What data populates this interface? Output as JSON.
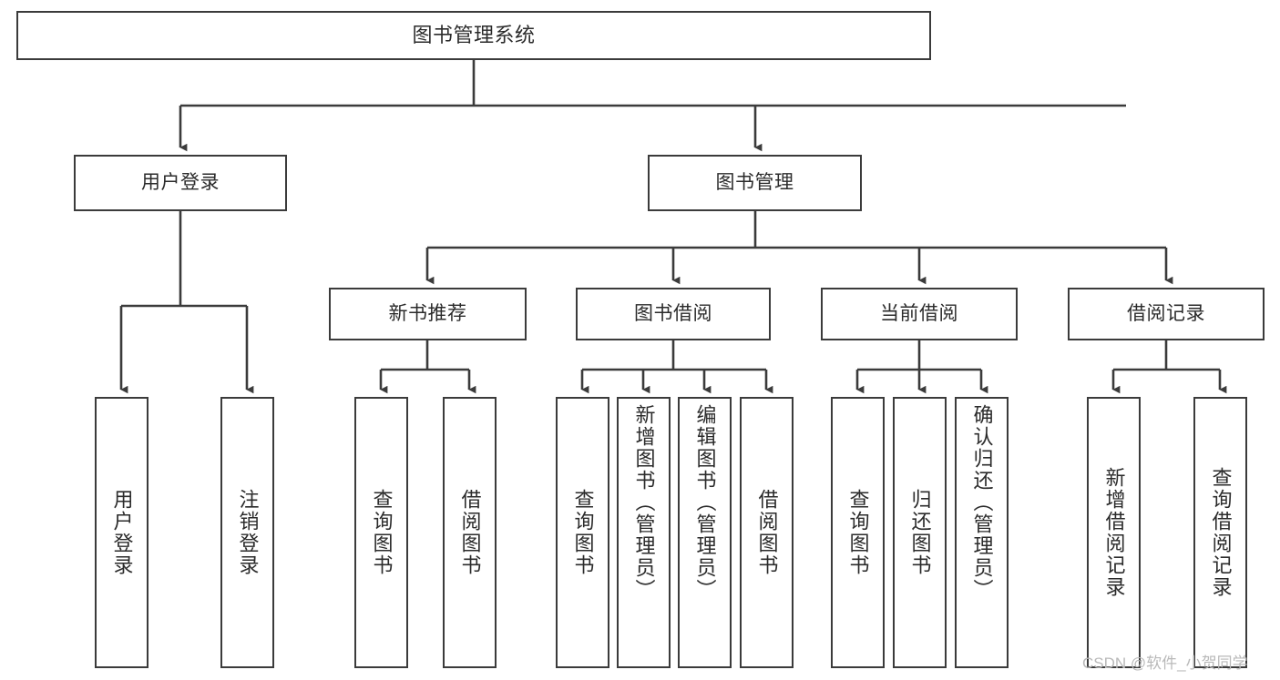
{
  "diagram": {
    "type": "tree",
    "title": "图书管理系统",
    "orientation": "top-down",
    "colors": {
      "box_border": "#3b3b3b",
      "box_fill": "#ffffff",
      "connector": "#3b3b3b",
      "text": "#2b2b2b",
      "watermark": "#b9b9b9",
      "background": "#ffffff"
    },
    "root": {
      "label": "图书管理系统"
    },
    "level2": [
      {
        "label": "用户登录"
      },
      {
        "label": "图书管理"
      }
    ],
    "level3": [
      {
        "label": "新书推荐"
      },
      {
        "label": "图书借阅"
      },
      {
        "label": "当前借阅"
      },
      {
        "label": "借阅记录"
      }
    ],
    "leaves": {
      "user_login": [
        {
          "label": "用户登录"
        },
        {
          "label": "注销登录"
        }
      ],
      "new_book_recommend": [
        {
          "label": "查询图书"
        },
        {
          "label": "借阅图书"
        }
      ],
      "book_borrow": [
        {
          "label": "查询图书"
        },
        {
          "label": "新增图书（管理员）"
        },
        {
          "label": "编辑图书（管理员）"
        },
        {
          "label": "借阅图书"
        }
      ],
      "current_borrow": [
        {
          "label": "查询图书"
        },
        {
          "label": "归还图书"
        },
        {
          "label": "确认归还（管理员）"
        }
      ],
      "borrow_record": [
        {
          "label": "新增借阅记录"
        },
        {
          "label": "查询借阅记录"
        }
      ]
    }
  },
  "watermark": {
    "text": "CSDN @软件_小贺同学"
  }
}
